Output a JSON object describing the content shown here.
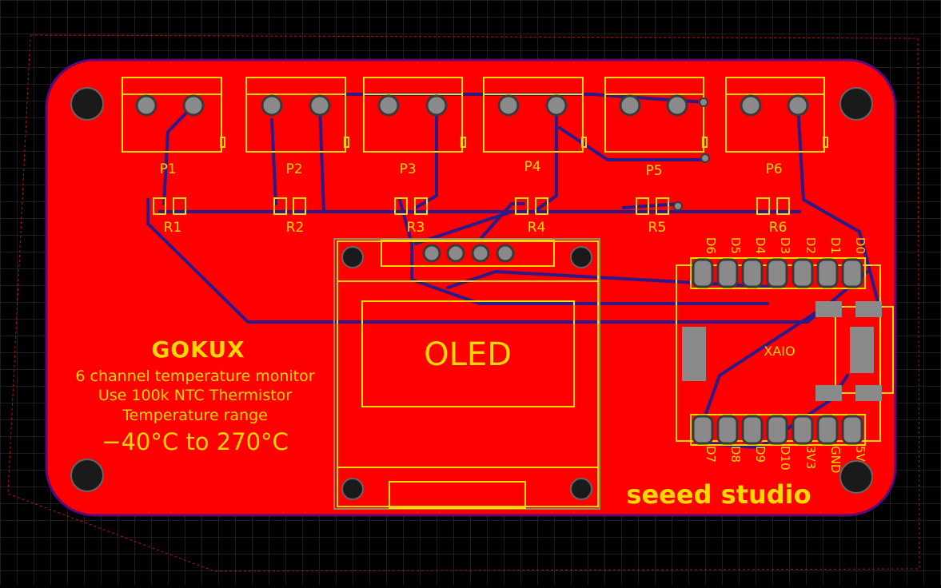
{
  "colors": {
    "background": "#000000",
    "grid": "#3a3a3a",
    "board_fill": "#ff0000",
    "board_edge": "#5a0a7a",
    "trace": "#2a1a8a",
    "silkscreen": "#ffd800",
    "pad": "#8a8a8a",
    "pad_ring": "#3a3a3a",
    "mount_hole": "#1a1a1a",
    "keepout": "#c01010"
  },
  "board": {
    "brand": "GOKUX",
    "desc_line1": "6 channel temperature monitor",
    "desc_line2": "Use 100k NTC Thermistor",
    "desc_line3": "Temperature range",
    "range": "−40°C to 270°C",
    "oled_label": "OLED",
    "module_label": "XAIO",
    "vendor_logo": "seeed studio"
  },
  "connectors": [
    {
      "label": "P1"
    },
    {
      "label": "P2"
    },
    {
      "label": "P3"
    },
    {
      "label": "P4"
    },
    {
      "label": "P5"
    },
    {
      "label": "P6"
    }
  ],
  "resistors": [
    {
      "label": "R1"
    },
    {
      "label": "R2"
    },
    {
      "label": "R3"
    },
    {
      "label": "R4"
    },
    {
      "label": "R5"
    },
    {
      "label": "R6"
    }
  ],
  "header_top_pins": [
    "D6",
    "D5",
    "D4",
    "D3",
    "D2",
    "D1",
    "D0"
  ],
  "header_bottom_pins": [
    "D7",
    "D8",
    "D9",
    "D10",
    "3V3",
    "GND",
    "5V"
  ]
}
